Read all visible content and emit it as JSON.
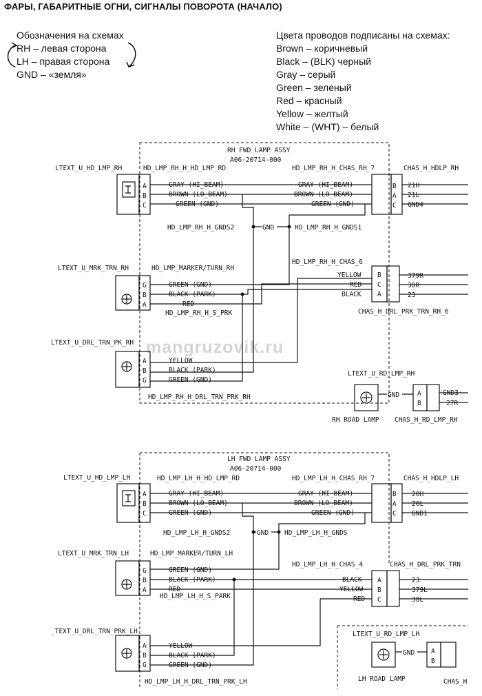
{
  "heading": "ФАРЫ, ГАБАРИТНЫЕ ОГНИ, СИГНАЛЫ ПОВОРОТА (НАЧАЛО)",
  "legend_left": [
    "Обозначения на схемах",
    "RH – левая сторона",
    "LH – правая сторона",
    "GND – «земля»"
  ],
  "legend_right": [
    "Цвета проводов подписаны на схемах:",
    "Brown – коричневый",
    "Black – (BLK) черный",
    "Gray – серый",
    "Green – зеленый",
    "Red – красный",
    "Yellow – желтый",
    "White – (WHT) – белый"
  ],
  "watermark": "mangruzovik.ru",
  "rh": {
    "assy_title": "RH FWD LAMP ASSY",
    "assy_part": "A06-20714-000",
    "hd_label": "LTEXT_U_HD_LMP_RH",
    "hd_harness": "HD_LMP_RH_H_HD_LMP_RD",
    "hd_pins": [
      "A",
      "B",
      "C"
    ],
    "hd_wires": [
      "GRAY (HI_BEAM)",
      "BROWN (LO_BEAM)",
      "GREEN (GND)"
    ],
    "chas_harness": "HD_LMP_RH_H_CHAS_RH_7",
    "chas_wires": [
      "GRAY (HI_BEAM)",
      "BROWN (LO_BEAM)",
      "GREEN (GND)"
    ],
    "chas_pins": [
      "B",
      "A",
      "C"
    ],
    "chas_conn": "CHAS_H_HDLP_RH",
    "chas_out": [
      "21H",
      "21L",
      "GND4"
    ],
    "gnd_left": "HD_LMP_RH_H_GNDS2",
    "gnd": "GND",
    "gnd_right": "HD_LMP_RH_H_GNDS1",
    "chas6": "HD_LMP_RH_H_CHAS_6",
    "mrk_label": "LTEXT_U_MRK_TRN_RH",
    "mrk_harness": "HD_LMP_MARKER/TURN_RH",
    "mrk_pins": [
      "G",
      "B",
      "A"
    ],
    "mrk_wires": [
      "GREEN (GND)",
      "BLACK (PARK)",
      "RED"
    ],
    "s_prk": "HD_LMP_RH_H_S_PRK",
    "drl_wires": [
      "YELLOW",
      "RED",
      "BLACK"
    ],
    "drl_pins": [
      "B",
      "C",
      "A"
    ],
    "drl_out": [
      "379R",
      "38R",
      "23"
    ],
    "drl_conn": "CHAS_H_DRL_PRK_TRN_RH_6",
    "prk_label": "LTEXT_U_DRL_TRN_PK_RH",
    "prk_pins": [
      "A",
      "B",
      "G"
    ],
    "prk_wires": [
      "YELLOW",
      "BLACK (PARK)",
      "GREEN (GND)"
    ],
    "prk_harness": "HD_LMP_RH_H_DRL_TRN_PRK_RH",
    "rd_label": "LTEXT_U_RD_LMP_RH",
    "rd_gnd": "GND",
    "rd_pins": [
      "A",
      "B"
    ],
    "rd_out": [
      "GND3",
      "27R"
    ],
    "rd_lamp": "RH ROAD LAMP",
    "rd_conn": "CHAS_H_RD_LMP_RH"
  },
  "lh": {
    "assy_title": "LH FWD LAMP ASSY",
    "assy_part": "A06-20714-000",
    "hd_label": "LTEXT_U_HD_LMP_LH",
    "hd_harness": "HD_LMP_LH_H_HD_LMP_RD",
    "hd_pins": [
      "A",
      "B",
      "C"
    ],
    "hd_wires": [
      "GRAY (HI_BEAM)",
      "BROWN (LO_BEAM)",
      "GREEN (GND)"
    ],
    "chas_harness": "HD_LMP_LH_H_CHAS_RH_7",
    "chas_wires": [
      "GRAY (HI_BEAM)",
      "BROWN (LO_BEAM)",
      "GREEN (GND)"
    ],
    "chas_pins": [
      "B",
      "A",
      "C"
    ],
    "chas_conn": "CHAS_H_HDLP_LH",
    "chas_out": [
      "20H",
      "20L",
      "GND1"
    ],
    "gnd_left": "HD_LMP_LH_H_GNDS2",
    "gnd": "GND",
    "gnd_right": "HD_LMP_LH_H_GNDS",
    "chas4": "HD_LMP_LH_H_CHAS_4",
    "mrk_label": "LTEXT_U_MRK_TRN_LH",
    "mrk_harness": "HD_LMP_MARKER/TURN_LH",
    "mrk_pins": [
      "G",
      "B",
      "A"
    ],
    "mrk_wires": [
      "GREEN (GND)",
      "BLACK (PARK)",
      "RED"
    ],
    "s_park": "HD_LMP_LH_H_S_PARK",
    "drl_conn": "CHAS_H_DRL_PRK_TRN",
    "drl_wires": [
      "BLACK",
      "YELLOW",
      "RED"
    ],
    "drl_pins": [
      "A",
      "B",
      "C"
    ],
    "drl_out": [
      "23",
      "379L",
      "38L"
    ],
    "prk_label": "_TEXT_U_DRL_TRN_PRK_LH",
    "prk_pins": [
      "A",
      "B",
      "G"
    ],
    "prk_wires": [
      "YELLOW",
      "BLACK (PARK)",
      "GREEN (GND)"
    ],
    "prk_harness": "HD_LMP_LH_H_DRL_TRN_PRK_LH",
    "rd_label": "LTEXT_U_RD_LMP_LH",
    "rd_gnd": "GND",
    "rd_pins": [
      "A",
      "B"
    ],
    "rd_lamp": "LH ROAD LAMP",
    "rd_conn": "CHAS_H"
  }
}
